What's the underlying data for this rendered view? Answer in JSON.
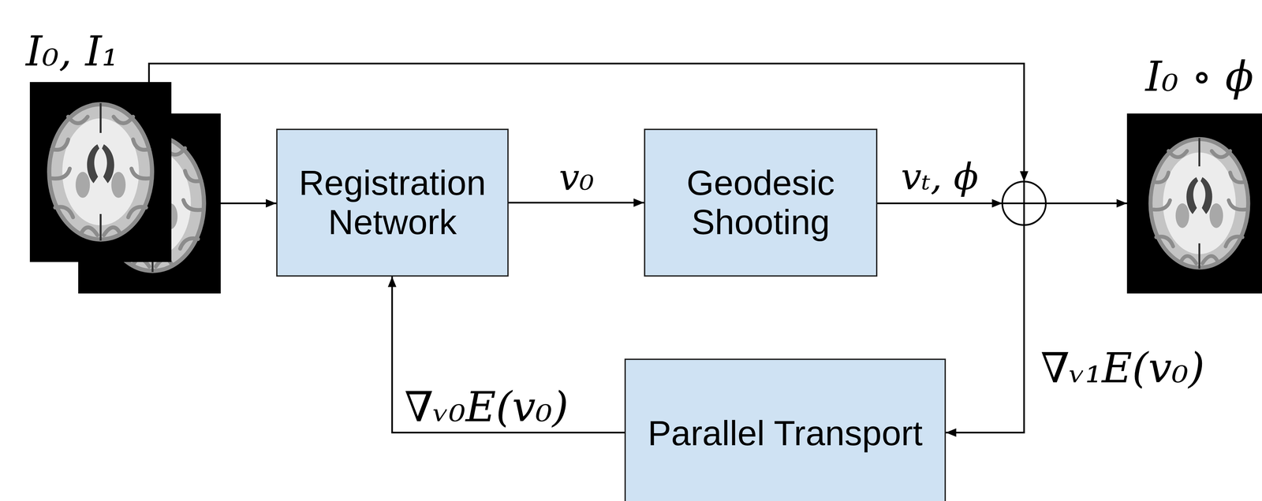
{
  "diagram": {
    "nodes": [
      {
        "text": [
          "Registration Network"
        ]
      },
      {
        "text": [
          "Geodesic Shooting"
        ]
      },
      {
        "text": [
          "Parallel Transport"
        ]
      }
    ],
    "edges": [
      {
        "from": 0,
        "to": 1,
        "arrow": "to",
        "label": "v₀"
      },
      {
        "from": 2,
        "to": 0,
        "arrow": "to",
        "label": "∇ᵥ₀E(v₀)"
      }
    ],
    "labels": [
      "I₀, I₁",
      "vₜ, ϕ",
      "∇ᵥ₁E(v₀)",
      "I₀ ∘ ϕ"
    ]
  }
}
